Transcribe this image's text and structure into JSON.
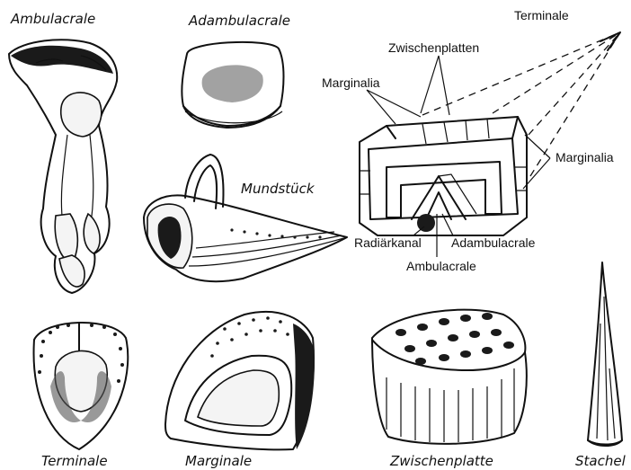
{
  "labels": {
    "ambulacrale": "Ambulacrale",
    "adambulacrale": "Adambulacrale",
    "mundstueck": "Mundstück",
    "terminale_bottom": "Terminale",
    "marginale": "Marginale",
    "zwischenplatte": "Zwischenplatte",
    "stachel": "Stachel"
  },
  "schematic": {
    "terminale": "Terminale",
    "zwischenplatten": "Zwischenplatten",
    "marginalia_left": "Marginalia",
    "marginalia_right": "Marginalia",
    "radiaerkanal": "Radiärkanal",
    "adambulacrale": "Adambulacrale",
    "ambulacrale": "Ambulacrale"
  }
}
